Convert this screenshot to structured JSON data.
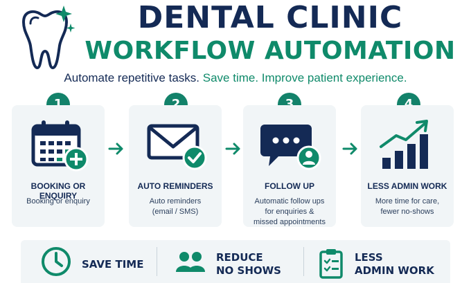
{
  "header": {
    "title_line1": "DENTAL CLINIC",
    "title_line2": "WORKFLOW AUTOMATION",
    "tagline_dark": "Automate repetitive tasks.",
    "tagline_green": "Save time. Improve patient experience."
  },
  "colors": {
    "navy": "#142a55",
    "green": "#0f8a6a",
    "card_bg": "#f1f5f7"
  },
  "steps": [
    {
      "number": "1",
      "title": "BOOKING OR ENQUIRY",
      "desc_lines": [
        "Booking or enquiry"
      ],
      "icon": "calendar-plus-icon"
    },
    {
      "number": "2",
      "title": "AUTO REMINDERS",
      "desc_lines": [
        "Auto reminders",
        "(email / SMS)"
      ],
      "icon": "envelope-check-icon"
    },
    {
      "number": "3",
      "title": "FOLLOW UP",
      "desc_lines": [
        "Automatic follow ups",
        "for enquiries &",
        "missed appointments"
      ],
      "icon": "chat-user-icon"
    },
    {
      "number": "4",
      "title": "LESS ADMIN WORK",
      "desc_lines": [
        "More time for care,",
        "fewer no-shows"
      ],
      "icon": "growth-chart-icon"
    }
  ],
  "benefits": [
    {
      "lines": [
        "SAVE TIME"
      ],
      "icon": "clock-icon"
    },
    {
      "lines": [
        "REDUCE",
        "NO SHOWS"
      ],
      "icon": "users-icon"
    },
    {
      "lines": [
        "LESS",
        "ADMIN WORK"
      ],
      "icon": "clipboard-icon"
    }
  ]
}
